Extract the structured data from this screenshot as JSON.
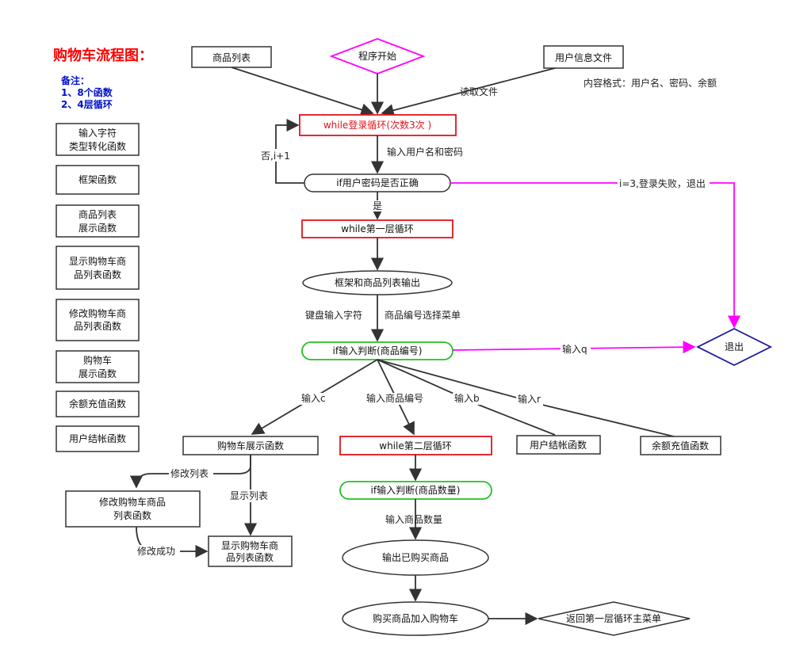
{
  "title": "购物车流程图：",
  "note": {
    "heading": "备注：",
    "line1": "1、8个函数",
    "line2": "2、4层循环"
  },
  "functions": [
    "输入字符",
    "类型转化函数",
    "框架函数",
    "商品列表",
    "展示函数",
    "显示购物车商",
    "品列表函数",
    "修改购物车商",
    "品列表函数",
    "购物车",
    "展示函数",
    "余额充值函数",
    "用户结帐函数"
  ],
  "nodes": {
    "product_list": "商品列表",
    "start": "程序开始",
    "user_file": "用户信息文件",
    "file_format": "内容格式：用户名、密码、余额",
    "login_loop": "while登录循环(次数3次 )",
    "check_password": "if用户密码是否正确",
    "first_loop": "while第一层循环",
    "frame_output": "框架和商品列表输出",
    "input_judge": "if输入判断(商品编号)",
    "exit": "退出",
    "cart_show": "购物车展示函数",
    "second_loop": "while第二层循环",
    "user_checkout": "用户结帐函数",
    "balance_recharge": "余额充值函数",
    "modify_cart_1": "修改购物车商品",
    "modify_cart_2": "列表函数",
    "show_cart_1": "显示购物车商",
    "show_cart_2": "品列表函数",
    "qty_judge": "if输入判断(商品数量)",
    "output_bought": "输出已购买商品",
    "add_to_cart": "购买商品加入购物车",
    "return_menu": "返回第一层循环主菜单"
  },
  "edges": {
    "read_file": "读取文件",
    "input_user_pwd": "输入用户名和密码",
    "no_retry": "否,i+1",
    "yes": "是",
    "fail_exit": "i=3,登录失败，退出",
    "keyboard_input": "键盘输入字符",
    "menu_select": "商品编号选择菜单",
    "input_q": "输入q",
    "input_c": "输入c",
    "input_product_no": "输入商品编号",
    "input_b": "输入b",
    "input_r": "输入r",
    "modify_list": "修改列表",
    "show_list": "显示列表",
    "modify_ok": "修改成功",
    "input_qty": "输入商品数量"
  },
  "colors": {
    "title": "#ff0000",
    "note": "#0010c8",
    "red_box": "#e0141c",
    "green_box": "#22c022",
    "magenta": "#ff00ff",
    "blue_diamond": "#1a1aa0",
    "line": "#333333"
  }
}
